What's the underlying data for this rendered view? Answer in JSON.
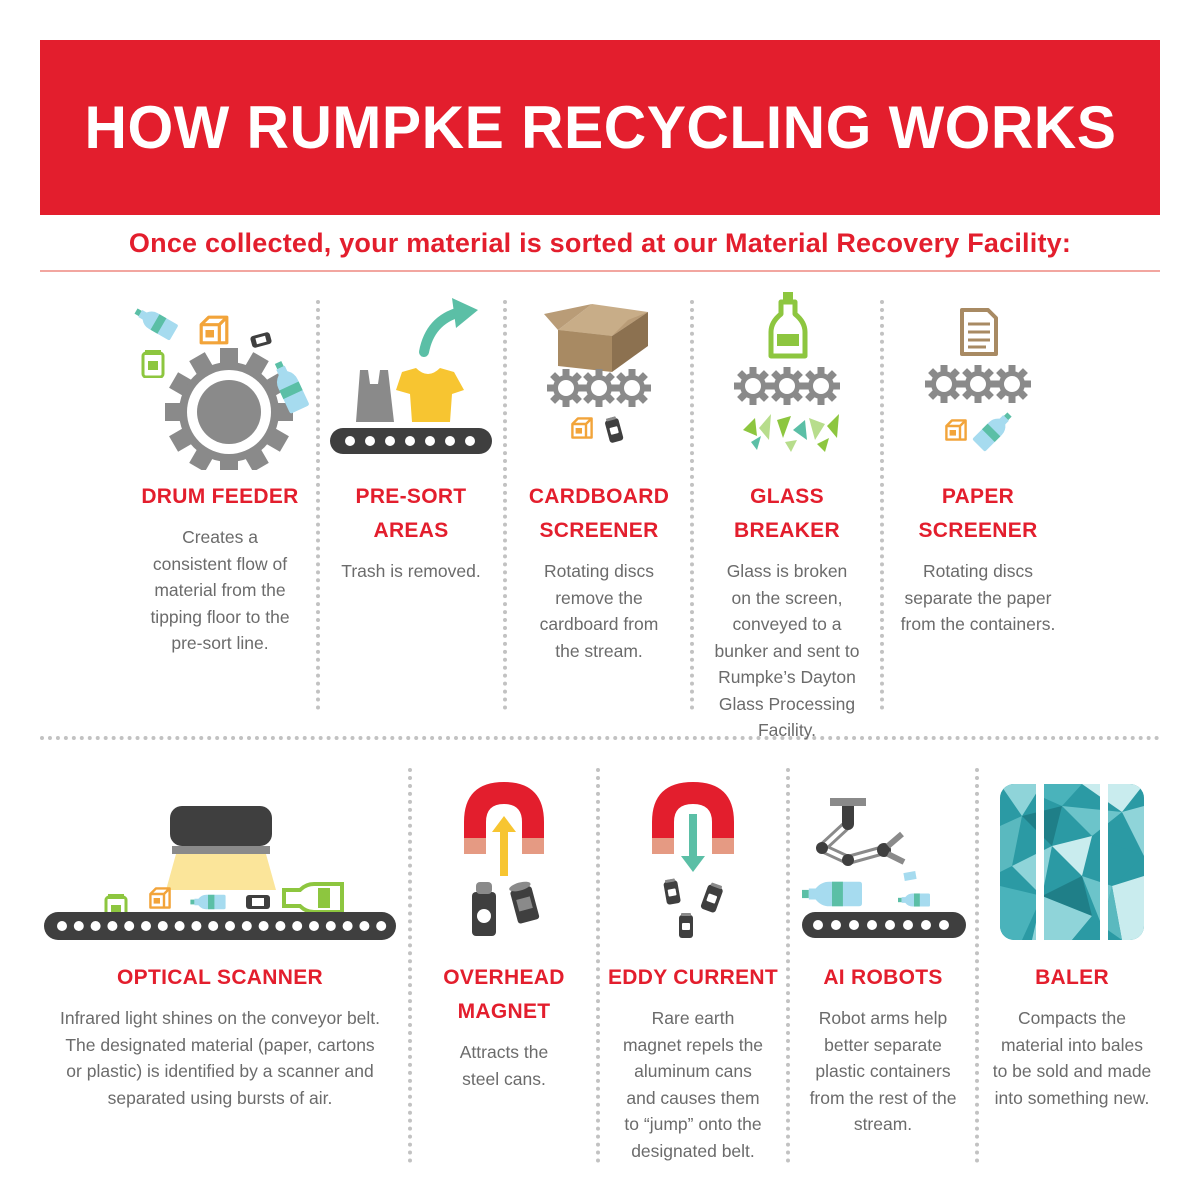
{
  "title": "HOW RUMPKE RECYCLING WORKS",
  "subtitle": "Once collected, your material is sorted at our Material Recovery Facility:",
  "colors": {
    "accent_red": "#e31e2d",
    "divider": "#f2a6a0",
    "text_gray": "#6b6b6b",
    "icon_gray": "#8a8a8a",
    "icon_dark": "#3f3f3f",
    "yellow": "#f7c531",
    "green": "#8dc63f",
    "teal": "#5bbfa6",
    "light_blue": "#a6dbef",
    "orange": "#f2a43a",
    "brown": "#a88a63",
    "bale_teal": "#2b9aa4"
  },
  "steps_top": [
    {
      "title_lines": [
        "DRUM FEEDER"
      ],
      "desc_lines": [
        "Creates a",
        "consistent flow of",
        "material from the",
        "tipping floor to the",
        "pre-sort line."
      ],
      "icon": "drum-feeder-icon"
    },
    {
      "title_lines": [
        "PRE-SORT",
        "AREAS"
      ],
      "desc_lines": [
        "Trash is removed."
      ],
      "icon": "pre-sort-icon"
    },
    {
      "title_lines": [
        "CARDBOARD",
        "SCREENER"
      ],
      "desc_lines": [
        "Rotating discs",
        "remove the",
        "cardboard from",
        "the stream."
      ],
      "icon": "cardboard-screener-icon"
    },
    {
      "title_lines": [
        "GLASS BREAKER"
      ],
      "desc_lines": [
        "Glass is broken",
        "on the screen,",
        "conveyed to a",
        "bunker and sent to",
        "Rumpke’s Dayton",
        "Glass Processing",
        "Facility."
      ],
      "icon": "glass-breaker-icon"
    },
    {
      "title_lines": [
        "PAPER",
        "SCREENER"
      ],
      "desc_lines": [
        "Rotating discs",
        "separate the paper",
        "from the containers."
      ],
      "icon": "paper-screener-icon"
    }
  ],
  "steps_bottom": [
    {
      "title_lines": [
        "OPTICAL SCANNER"
      ],
      "desc_lines": [
        "Infrared light shines on the conveyor belt.",
        "The designated material (paper, cartons",
        "or plastic) is identified by a scanner and",
        "separated using bursts of air."
      ],
      "icon": "optical-scanner-icon"
    },
    {
      "title_lines": [
        "OVERHEAD",
        "MAGNET"
      ],
      "desc_lines": [
        "Attracts the",
        "steel cans."
      ],
      "icon": "overhead-magnet-icon"
    },
    {
      "title_lines": [
        "EDDY CURRENT"
      ],
      "desc_lines": [
        "Rare earth",
        "magnet repels the",
        "aluminum cans",
        "and causes them",
        "to “jump” onto the",
        "designated belt."
      ],
      "icon": "eddy-current-icon"
    },
    {
      "title_lines": [
        "AI ROBOTS"
      ],
      "desc_lines": [
        "Robot arms help",
        "better separate",
        "plastic containers",
        "from the rest of the",
        "stream."
      ],
      "icon": "ai-robots-icon"
    },
    {
      "title_lines": [
        "BALER"
      ],
      "desc_lines": [
        "Compacts the",
        "material into bales",
        "to be sold and made",
        "into something new."
      ],
      "icon": "baler-icon"
    }
  ]
}
